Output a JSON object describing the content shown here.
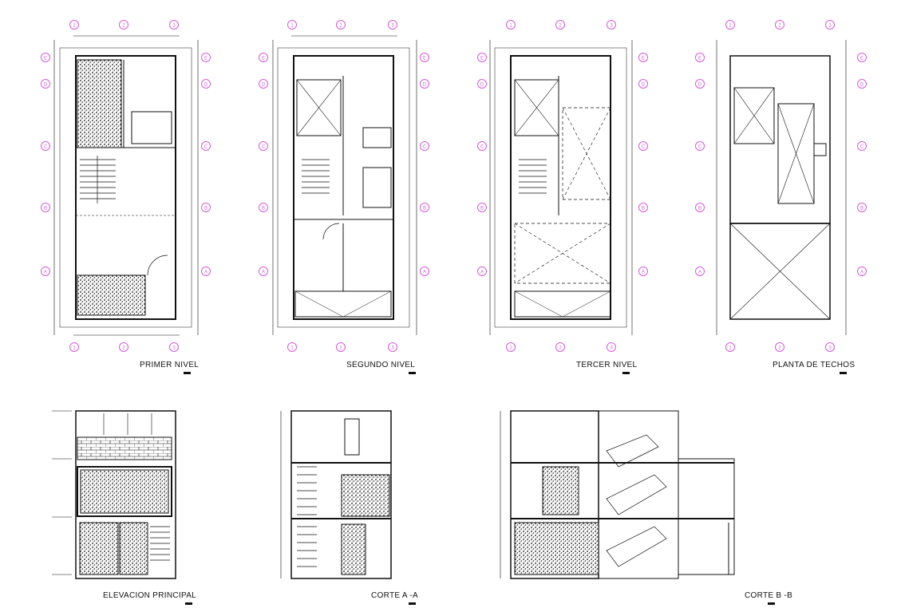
{
  "sheet": {
    "labels": {
      "primer_nivel": "PRIMER NIVEL",
      "segundo_nivel": "SEGUNDO NIVEL",
      "tercer_nivel": "TERCER NIVEL",
      "planta_techos": "PLANTA DE TECHOS",
      "elevacion_principal": "ELEVACION PRINCIPAL",
      "corte_a": "CORTE A -A",
      "corte_b": "CORTE B -B"
    },
    "grid_columns": [
      "1",
      "2",
      "3"
    ],
    "grid_rows": [
      "E",
      "D",
      "C",
      "B",
      "A"
    ],
    "colors": {
      "ink": "#111111",
      "grid_bubble": "#d45bd8",
      "background": "#ffffff"
    }
  }
}
